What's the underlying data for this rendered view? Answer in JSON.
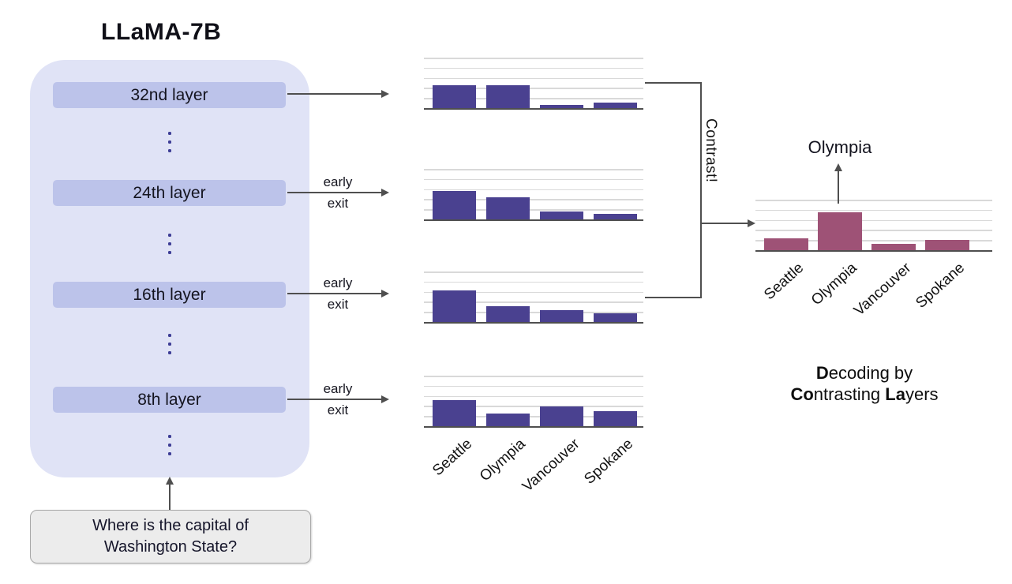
{
  "model": {
    "title": "LLaMA-7B",
    "layers": [
      {
        "label": "32nd layer"
      },
      {
        "label": "24th layer"
      },
      {
        "label": "16th layer"
      },
      {
        "label": "8th layer"
      }
    ]
  },
  "early_exit": {
    "line1": "early",
    "line2": "exit"
  },
  "contrast_label": "Contrast!",
  "answer_label": "Olympia",
  "question": {
    "line1": "Where is the capital of",
    "line2": "Washington State?"
  },
  "caption": {
    "lines": [
      [
        {
          "text": "D",
          "bold": true
        },
        {
          "text": "ecoding by",
          "bold": false
        }
      ],
      [
        {
          "text": "Co",
          "bold": true
        },
        {
          "text": "ntrasting ",
          "bold": false
        },
        {
          "text": "La",
          "bold": true
        },
        {
          "text": "yers",
          "bold": false
        }
      ]
    ]
  },
  "colors": {
    "purple_bar": "#4a4190",
    "maroon_bar": "#9e5276",
    "container_fill": "#e0e3f6",
    "layer_fill": "#bcc3ea",
    "arrow_gray": "#4f4f4f",
    "gridline_gray": "#d9d9d9",
    "question_fill": "#ececec",
    "ellipsis_dot": "#3d3d96"
  },
  "chart_data": [
    {
      "name": "32nd-layer-output",
      "type": "bar",
      "categories": [
        "Seattle",
        "Olympia",
        "Vancouver",
        "Spokane"
      ],
      "values": [
        0.46,
        0.45,
        0.06,
        0.11
      ],
      "ylim": [
        0,
        1
      ],
      "grid": true,
      "x_labels_shown": false,
      "bar_color": "#4a4190"
    },
    {
      "name": "24th-layer-output",
      "type": "bar",
      "categories": [
        "Seattle",
        "Olympia",
        "Vancouver",
        "Spokane"
      ],
      "values": [
        0.56,
        0.44,
        0.16,
        0.11
      ],
      "ylim": [
        0,
        1
      ],
      "grid": true,
      "x_labels_shown": false,
      "bar_color": "#4a4190"
    },
    {
      "name": "16th-layer-output",
      "type": "bar",
      "categories": [
        "Seattle",
        "Olympia",
        "Vancouver",
        "Spokane"
      ],
      "values": [
        0.62,
        0.32,
        0.23,
        0.17
      ],
      "ylim": [
        0,
        1
      ],
      "grid": true,
      "x_labels_shown": false,
      "bar_color": "#4a4190"
    },
    {
      "name": "8th-layer-output",
      "type": "bar",
      "categories": [
        "Seattle",
        "Olympia",
        "Vancouver",
        "Spokane"
      ],
      "values": [
        0.52,
        0.25,
        0.39,
        0.3
      ],
      "ylim": [
        0,
        1
      ],
      "grid": true,
      "x_labels_shown": true,
      "bar_color": "#4a4190"
    },
    {
      "name": "contrast-output",
      "type": "bar",
      "categories": [
        "Seattle",
        "Olympia",
        "Vancouver",
        "Spokane"
      ],
      "values": [
        0.23,
        0.75,
        0.12,
        0.2
      ],
      "ylim": [
        0,
        1
      ],
      "grid": true,
      "x_labels_shown": true,
      "bar_color": "#9e5276"
    }
  ]
}
